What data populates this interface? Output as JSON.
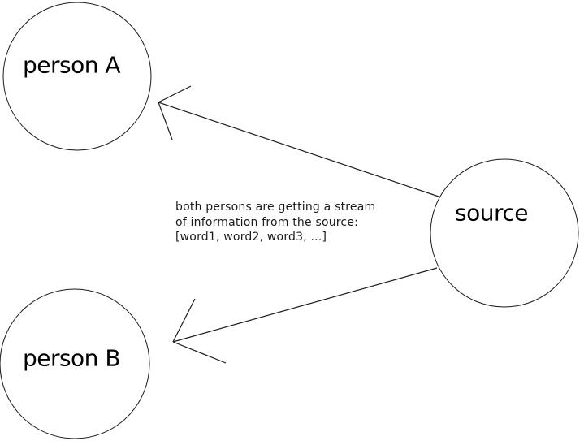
{
  "diagram": {
    "nodes": [
      {
        "id": "person-a",
        "label": "person A"
      },
      {
        "id": "person-b",
        "label": "person B"
      },
      {
        "id": "source",
        "label": "source"
      }
    ],
    "edges": [
      {
        "from": "source",
        "to": "person-a",
        "style": "open-arrowhead line"
      },
      {
        "from": "source",
        "to": "person-b",
        "style": "open-arrowhead line"
      }
    ],
    "annotation": {
      "line1": "both persons are getting a stream",
      "line2": "of information from the source:",
      "line3": "[word1, word2, word3, ...]"
    },
    "colors": {
      "background": "#ffffff",
      "stroke": "#1a1a1a",
      "text": "#000000"
    }
  }
}
